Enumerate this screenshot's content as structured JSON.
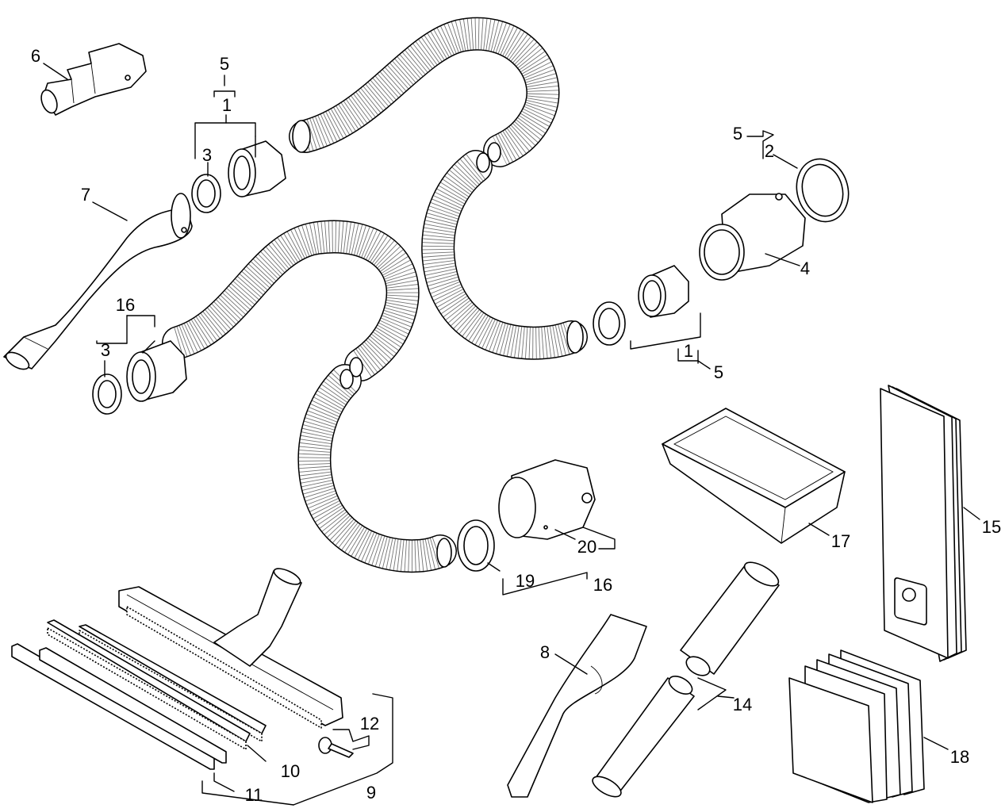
{
  "labels": {
    "l1a": "1",
    "l1b": "1",
    "l2": "2",
    "l3a": "3",
    "l3b": "3",
    "l4": "4",
    "l5a": "5",
    "l5b": "5",
    "l5c": "5",
    "l6": "6",
    "l7": "7",
    "l8": "8",
    "l9": "9",
    "l10": "10",
    "l11": "11",
    "l12": "12",
    "l14": "14",
    "l15": "15",
    "l16a": "16",
    "l16b": "16",
    "l17": "17",
    "l18": "18",
    "l19": "19",
    "l20": "20"
  }
}
